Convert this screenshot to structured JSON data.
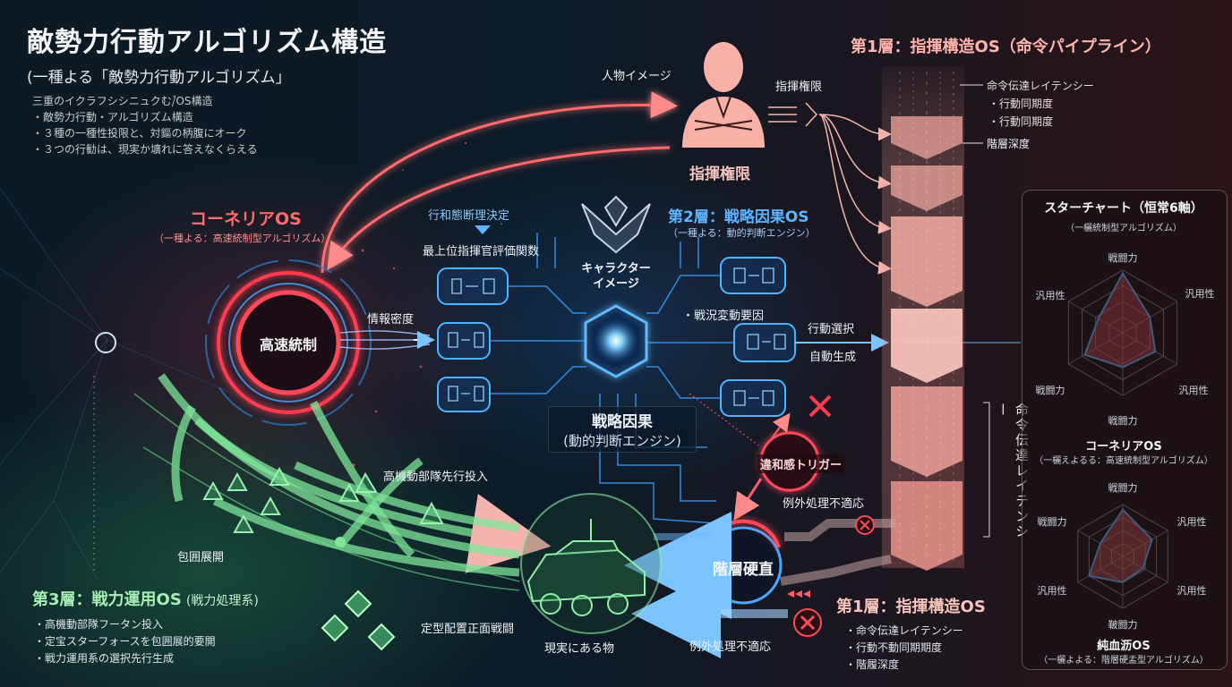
{
  "header": {
    "title": "敵勢力行動アルゴリズム構造",
    "subtitle": "(一種よる「敵勢力行動アルゴリズム」",
    "intro_lines": [
      "三重のイクラフシシニュクむ/゙OS構造",
      "・敵勢力行動・アルゴリズム構造",
      "・３種の一種性投限と、対鏂の柄腹にオーク",
      "・３つの行勧は、現実か壙れに答えなくらえる"
    ]
  },
  "left_node": {
    "title": "コーネリアOS",
    "subtitle": "（一種よる：高速統制型アルゴリズム）",
    "core": "高速統制",
    "info_label": "情報密度"
  },
  "person": {
    "label": "人物イメージ",
    "caption": "指揮権限",
    "authority_label": "指揮権限"
  },
  "layer2": {
    "title": "第2層：戦略因果OS",
    "subtitle": "（一種よる：動的判断エンジン）",
    "decision_label": "行和態断理決定",
    "eval_label": "最上位指揮官評価関数",
    "character_label": "キャラクター\nイメージ",
    "factor_label": "・戦況変動要因",
    "action_label1": "行動選択",
    "action_label2": "自動生成",
    "core_title": "戦略因果",
    "core_subtitle": "(動的判断エンジン)"
  },
  "trigger": {
    "label": "違和感トリガー",
    "exception_top": "例外処理不適応",
    "exception_bottom": "例外処理不適応"
  },
  "hierarchy": {
    "label": "階層硬直"
  },
  "vehicle": {
    "caption": "現実にある物"
  },
  "layer1_top": {
    "title": "第1層：指揮構造OS（命令パイプライン）",
    "notes": [
      "命令伝達レイテンシー",
      "・行動同期度",
      "・行動同期度"
    ],
    "depth": "階層深度",
    "vertical": "命令伝達レイテンシー"
  },
  "layer1_bottom": {
    "title": "第1層：指揮構造OS",
    "bullets": [
      "・命令伝達レイテンシー",
      "・行動不動同期期度",
      "・階履深度"
    ]
  },
  "layer3": {
    "title": "第3層：戦力運用OS",
    "title_suffix": "(戦力処理系)",
    "bullets": [
      "・高機動部隊フータン投入",
      "・定宝スターフォースを包囲展的要開",
      "・戦力運用系の選択先行生成"
    ],
    "label_advance": "高機動部隊先行投入",
    "label_encircle": "包囲展開",
    "label_frontal": "定型配置正面戦闘"
  },
  "star_panel": {
    "title": "スターチャート（恒常6軸）",
    "subtitle": "（一欐統制型アルゴリズム）",
    "charts": [
      {
        "name": "コーネリアOS",
        "subtitle": "（一欐えよるる：高速統制型アルゴリズム）",
        "axes": [
          "戦闘力",
          "汎用性",
          "汎用性",
          "戦闘力",
          "戦闘力",
          "汎用性"
        ],
        "values": [
          0.95,
          0.5,
          0.6,
          0.55,
          0.7,
          0.45
        ]
      },
      {
        "name": "純血沥OS",
        "subtitle": "（一欐よよる：階層硬盂型アルゴリズム）",
        "axes": [
          "戦闘力",
          "汎用性",
          "汎用性",
          "鞁闘力",
          "汎用性",
          "戦闘力"
        ],
        "values": [
          0.9,
          0.65,
          0.45,
          0.5,
          0.75,
          0.5
        ]
      }
    ]
  },
  "colors": {
    "red": "#ff4a5a",
    "blue": "#3fa9ff",
    "green": "#5fe08a",
    "pink": "#f7a59c"
  }
}
